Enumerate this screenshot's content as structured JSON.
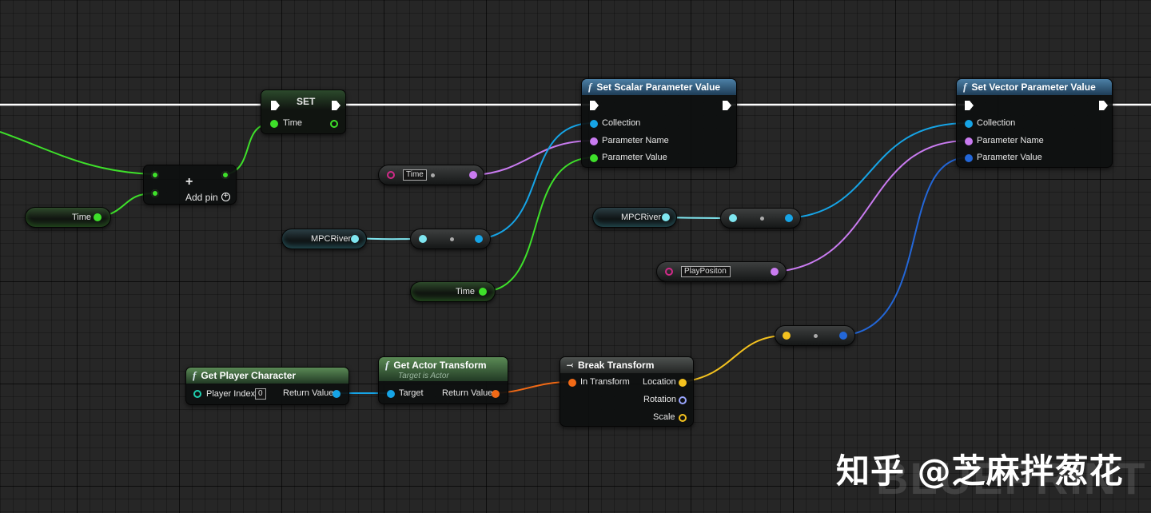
{
  "nodes": {
    "set": {
      "title": "SET",
      "pin": "Time"
    },
    "add": {
      "add_pin_label": "Add pin",
      "plus": "+"
    },
    "time_getter_1": {
      "label": "Time"
    },
    "time_getter_2": {
      "label": "Time"
    },
    "scalar": {
      "title": "Set Scalar Parameter Value",
      "pins": [
        "Collection",
        "Parameter Name",
        "Parameter Value"
      ]
    },
    "vector": {
      "title": "Set Vector Parameter Value",
      "pins": [
        "Collection",
        "Parameter Name",
        "Parameter Value"
      ]
    },
    "name_time": {
      "value": "Time"
    },
    "name_playposition": {
      "value": "PlayPositon"
    },
    "mpc_1": {
      "label": "MPCRiver"
    },
    "mpc_2": {
      "label": "MPCRiver"
    },
    "get_player": {
      "title": "Get Player Character",
      "player_index_label": "Player Index",
      "player_index_value": "0",
      "return_label": "Return Value"
    },
    "get_transform": {
      "title": "Get Actor Transform",
      "subtitle": "Target is Actor",
      "target_label": "Target",
      "return_label": "Return Value"
    },
    "break_transform": {
      "title": "Break Transform",
      "in_label": "In Transform",
      "outputs": [
        "Location",
        "Rotation",
        "Scale"
      ]
    }
  },
  "watermark": {
    "text": "知乎 @芝麻拌葱花",
    "brand": "BLUEPRINT"
  },
  "icons": {
    "function": "f",
    "add": "+"
  },
  "colors": {
    "exec": "#ffffff",
    "float": "#3ee02a",
    "object": "#16a4e6",
    "name": "#c97bf0",
    "vector": "#f4c21f",
    "linear_color": "#2367d8",
    "struct": "#f26a16",
    "rotator": "#9aa6ff",
    "collection": "#7fe6f0"
  }
}
